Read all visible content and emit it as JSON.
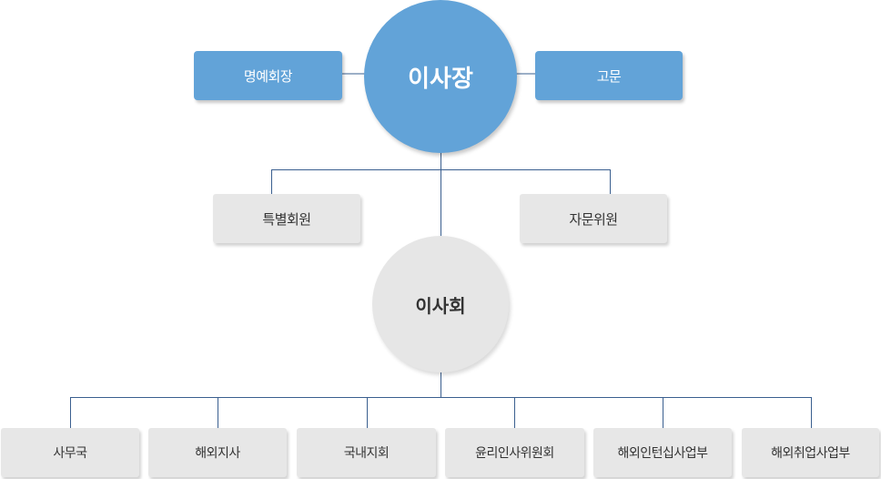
{
  "colors": {
    "primary": "#62a3d8",
    "node_gray": "#e7e7e7",
    "line": "#3a5f8f"
  },
  "chairman": {
    "label": "이사장"
  },
  "honorary_chairman": {
    "label": "명예회장"
  },
  "advisor": {
    "label": "고문"
  },
  "special_members": {
    "label": "특별회원"
  },
  "advisory_members": {
    "label": "자문위원"
  },
  "board": {
    "label": "이사회"
  },
  "departments": [
    {
      "label": "사무국"
    },
    {
      "label": "해외지사"
    },
    {
      "label": "국내지회"
    },
    {
      "label": "윤리인사위원회"
    },
    {
      "label": "해외인턴십사업부"
    },
    {
      "label": "해외취업사업부"
    }
  ]
}
